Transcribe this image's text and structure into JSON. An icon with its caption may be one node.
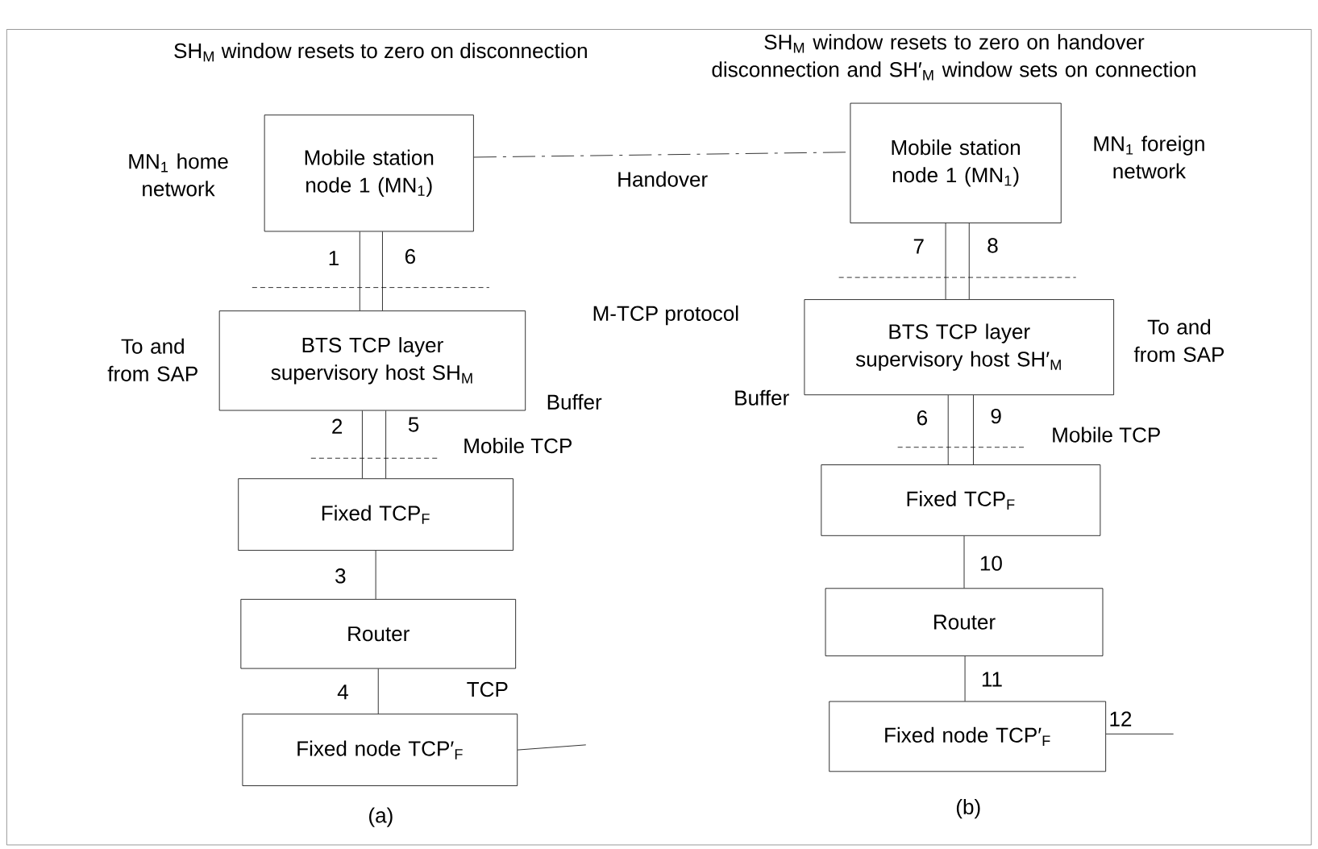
{
  "diagram": {
    "nodes": [
      {
        "text": [
          "Mobile station node 1 (MN$_{1}$)"
        ]
      },
      {
        "text": [
          "BTS TCP layer supervisory host SH$_{M}$"
        ]
      },
      {
        "text": [
          "Fixed TCP$_{F}$"
        ]
      },
      {
        "text": [
          "Router"
        ]
      },
      {
        "text": [
          "Fixed node TCP′$_{F}$"
        ]
      },
      {
        "text": [
          "Mobile station node 1 (MN$_{1}$)"
        ]
      },
      {
        "text": [
          "BTS TCP layer supervisory host SH′$_{M}$"
        ]
      },
      {
        "text": [
          "Fixed TCP$_{F}$"
        ]
      },
      {
        "text": [
          "Router"
        ]
      },
      {
        "text": [
          "Fixed node TCP′$_{F}$"
        ]
      }
    ],
    "edges": [
      {
        "from": 0,
        "to": 1,
        "arrow": "none",
        "label": "1"
      },
      {
        "from": 0,
        "to": 1,
        "arrow": "none",
        "label": "6"
      },
      {
        "from": 1,
        "to": 2,
        "arrow": "none",
        "label": "2"
      },
      {
        "from": 1,
        "to": 2,
        "arrow": "none",
        "label": "5"
      },
      {
        "from": 2,
        "to": 3,
        "arrow": "none",
        "label": "3"
      },
      {
        "from": 3,
        "to": 4,
        "arrow": "none",
        "label": "4"
      },
      {
        "from": 4,
        "to": null,
        "arrow": "none"
      },
      {
        "from": 0,
        "to": 5,
        "arrow": "none",
        "label": "Handover",
        "style": "dashed"
      },
      {
        "from": 5,
        "to": 6,
        "arrow": "none",
        "label": "7"
      },
      {
        "from": 5,
        "to": 6,
        "arrow": "none",
        "label": "8"
      },
      {
        "from": 6,
        "to": 7,
        "arrow": "none",
        "label": "6"
      },
      {
        "from": 6,
        "to": 7,
        "arrow": "none",
        "label": "9"
      },
      {
        "from": 7,
        "to": 8,
        "arrow": "none",
        "label": "10"
      },
      {
        "from": 8,
        "to": 9,
        "arrow": "none",
        "label": "11"
      },
      {
        "from": 9,
        "to": null,
        "arrow": "none",
        "label": "12"
      }
    ],
    "labels": [
      "SH$_{M}$ window resets to zero on disconnection",
      "SH$_{M}$ window resets to zero on handover disconnection and SH′$_{M}$ window sets on connection",
      "MN$_{1}$ home network",
      "MN$_{1}$ foreign network",
      "M-TCP protocol",
      "To and from SAP",
      "To and from SAP",
      "Buffer",
      "Buffer",
      "Mobile TCP",
      "Mobile TCP",
      "TCP",
      "(a)",
      "(b)"
    ]
  }
}
